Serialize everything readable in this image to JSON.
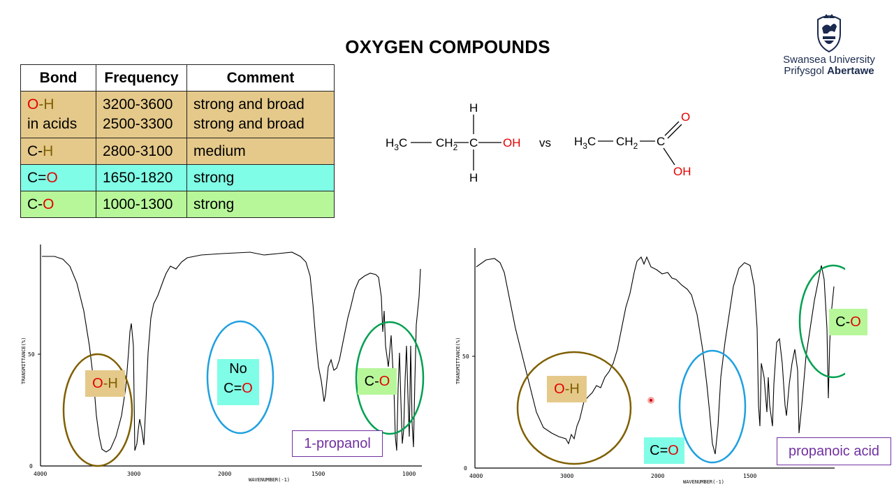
{
  "title": "OXYGEN COMPOUNDS",
  "logo": {
    "line1": "Swansea University",
    "line2a": "Prifysgol ",
    "line2b": "Abertawe"
  },
  "table": {
    "headers": [
      "Bond",
      "Frequency",
      "Comment"
    ],
    "oh": {
      "bond_a": "O",
      "bond_b": "-H",
      "sub": "in acids",
      "freq1": "3200-3600",
      "freq2": "2500-3300",
      "com1": "strong and broad",
      "com2": "strong and broad"
    },
    "ch": {
      "bond_a": "C-",
      "bond_b": "H",
      "freq": "2800-3100",
      "com": "medium"
    },
    "c_o_double": {
      "bond_a": "C=",
      "bond_b": "O",
      "freq": "1650-1820",
      "com": "strong"
    },
    "c_o_single": {
      "bond_a": "C-",
      "bond_b": "O",
      "freq": "1000-1300",
      "com": "strong"
    }
  },
  "molecules": {
    "vs": "vs",
    "propanol": {
      "h3c": "H",
      "h3c_sub": "3",
      "c1": "C",
      "ch2": "CH",
      "ch2_sub": "2",
      "c": "C",
      "oh": "OH",
      "h_top": "H",
      "h_bot": "H"
    },
    "acid": {
      "h3c": "H",
      "h3c_sub": "3",
      "c1": "C",
      "ch2": "CH",
      "ch2_sub": "2",
      "c": "C",
      "o": "O",
      "oh": "OH"
    }
  },
  "spectrum1": {
    "ylabel": "TRANSMITTANCE(%)",
    "xlabel": "WAVENUMBER(-1)",
    "yticks": [
      "50",
      "0"
    ],
    "xticks": [
      "4000",
      "3000",
      "2000",
      "1500",
      "1000"
    ],
    "label_oh_a": "O",
    "label_oh_b": "-H",
    "label_no1": "No",
    "label_no2a": "C=",
    "label_no2b": "O",
    "label_co_a": "C-",
    "label_co_b": "O",
    "compound": "1-propanol"
  },
  "spectrum2": {
    "ylabel": "TRANSMITTANCE(%)",
    "xlabel": "WAVENUMBER(-1)",
    "yticks": [
      "50",
      "0"
    ],
    "xticks": [
      "4000",
      "3000",
      "2000",
      "1500"
    ],
    "label_oh_a": "O",
    "label_oh_b": "-H",
    "label_c2o_a": "C=",
    "label_c2o_b": "O",
    "label_co_a": "C-",
    "label_co_b": "O",
    "compound": "propanoic acid"
  },
  "colors": {
    "red": "#e30000",
    "brown": "#7f5f00",
    "tan": "#e5c98a",
    "cyan": "#80fde6",
    "green": "#b7f79a",
    "purple": "#7030a0"
  }
}
